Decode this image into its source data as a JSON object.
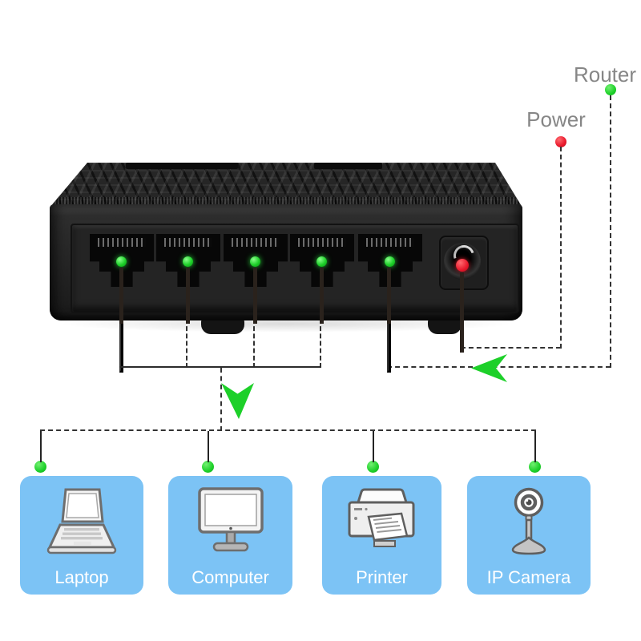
{
  "annotations": {
    "router_label": "Router",
    "power_label": "Power"
  },
  "devices": [
    {
      "label": "Laptop",
      "icon": "laptop-icon"
    },
    {
      "label": "Computer",
      "icon": "computer-icon"
    },
    {
      "label": "Printer",
      "icon": "printer-icon"
    },
    {
      "label": "IP Camera",
      "icon": "ip-camera-icon"
    }
  ],
  "switch": {
    "port_count": 5,
    "port_led_color": "green",
    "power_led_color": "red"
  },
  "colors": {
    "green": "#1dd029",
    "red": "#e9182b",
    "blue": "#7cc3f5",
    "line": "#333333",
    "label_gray": "#868686",
    "label_text": "#ffffff"
  }
}
